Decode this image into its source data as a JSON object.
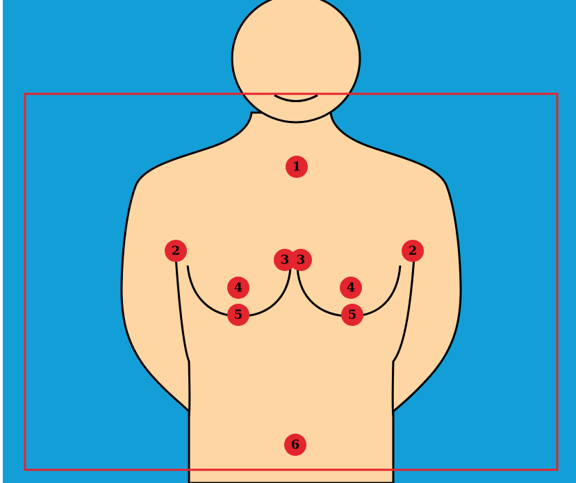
{
  "colors": {
    "background": "#139ed8",
    "skin": "#fdd6a4",
    "outline": "#000000",
    "frame": "#e3252d",
    "marker": "#e3252d"
  },
  "markers": [
    {
      "id": "m1",
      "label": "1"
    },
    {
      "id": "m2l",
      "label": "2"
    },
    {
      "id": "m2r",
      "label": "2"
    },
    {
      "id": "m3l",
      "label": "3"
    },
    {
      "id": "m3r",
      "label": "3"
    },
    {
      "id": "m4l",
      "label": "4"
    },
    {
      "id": "m4r",
      "label": "4"
    },
    {
      "id": "m5l",
      "label": "5"
    },
    {
      "id": "m5r",
      "label": "5"
    },
    {
      "id": "m6",
      "label": "6"
    }
  ]
}
